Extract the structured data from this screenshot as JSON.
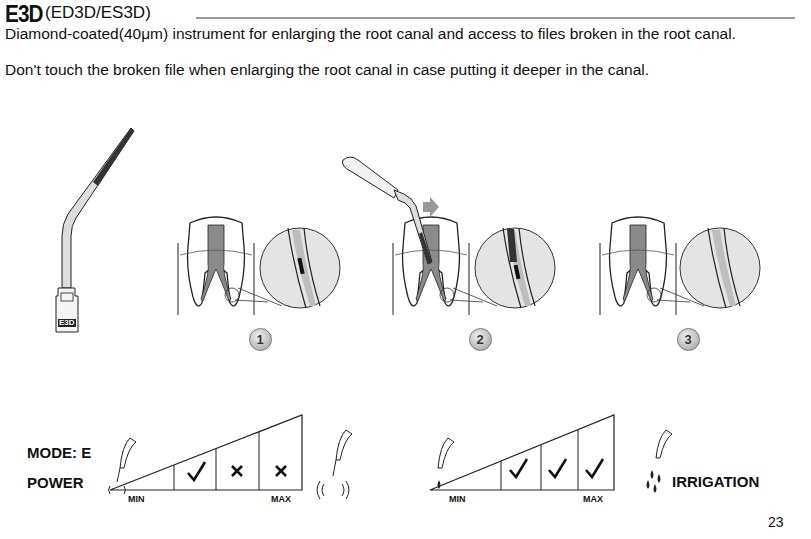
{
  "diagram": {
    "title": "E3D",
    "nodes": [
      {
        "text": [
          "1"
        ]
      },
      {
        "text": [
          "2"
        ]
      },
      {
        "text": [
          "3"
        ]
      }
    ],
    "labels": [
      "(ED3D/ES3D)",
      "Diamond-coated(40μm) instrument for enlarging the root canal and access to files broken in the root canal.",
      "Don't touch the broken file when enlarging the root canal in case putting it deeper in the canal.",
      "E3D",
      "MODE: E",
      "POWER",
      "MIN",
      "MAX",
      "MIN",
      "MAX",
      "IRRIGATION",
      "23"
    ]
  }
}
